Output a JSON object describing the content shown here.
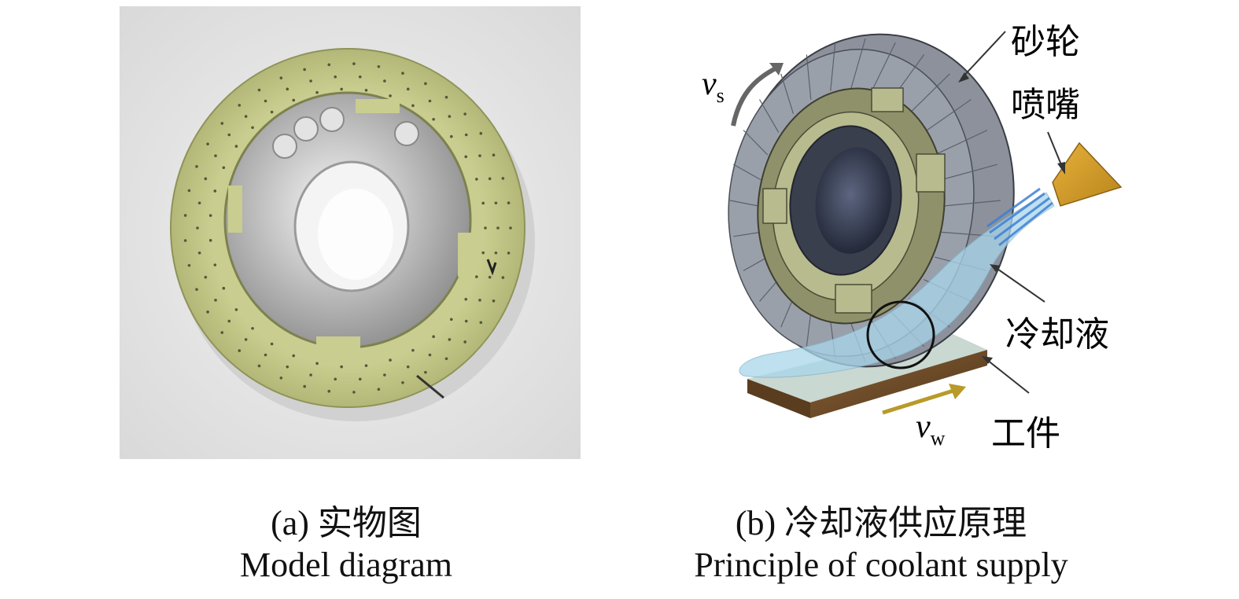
{
  "panel_a": {
    "caption_cn": "(a) 实物图",
    "caption_en": "Model diagram"
  },
  "panel_b": {
    "caption_cn": "(b) 冷却液供应原理",
    "caption_en": "Principle of coolant supply",
    "labels": {
      "grinding_wheel": "砂轮",
      "nozzle": "喷嘴",
      "coolant": "冷却液",
      "workpiece": "工件",
      "vs_main": "v",
      "vs_sub": "s",
      "vw_main": "v",
      "vw_sub": "w"
    }
  },
  "colors": {
    "wheel_ring": "#c8cc8a",
    "wheel_hub": "#b9bcbd",
    "abrasive": "#8a8f9a",
    "nozzle": "#d9a22a",
    "coolant": "#a9d6ea",
    "workpiece": "#6b4a2a",
    "vw_arrow": "#b89a2a"
  }
}
